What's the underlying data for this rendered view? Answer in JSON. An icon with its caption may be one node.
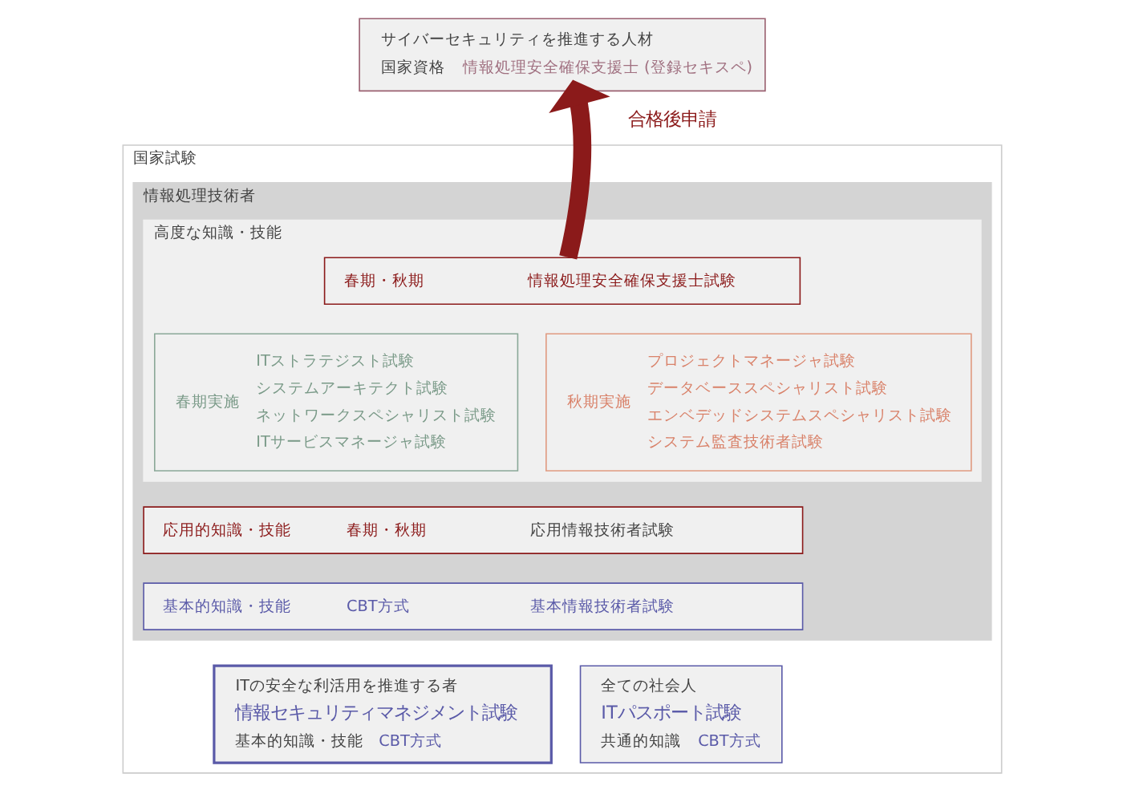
{
  "diagram": {
    "nodes": [
      {
        "text": [
          "サイバーセキュリティを推進する人材",
          "国家資格",
          "情報処理安全確保支援士 (登録セキスペ)"
        ]
      },
      {
        "text": [
          "国家試験"
        ]
      },
      {
        "text": [
          "情報処理技術者"
        ],
        "in": 1
      },
      {
        "text": [
          "高度な知識・技能"
        ],
        "in": 2
      },
      {
        "text": [
          "春期・秋期",
          "情報処理安全確保支援士試験"
        ],
        "in": 3
      },
      {
        "text": [
          "春期実施",
          "ITストラテジスト試験",
          "システムアーキテクト試験",
          "ネットワークスペシャリスト試験",
          "ITサービスマネージャ試験"
        ],
        "in": 3
      },
      {
        "text": [
          "秋期実施",
          "プロジェクトマネージャ試験",
          "データベーススペシャリスト試験",
          "エンベデッドシステムスペシャリスト試験",
          "システム監査技術者試験"
        ],
        "in": 3
      },
      {
        "text": [
          "応用的知識・技能",
          "春期・秋期",
          "応用情報技術者試験"
        ],
        "in": 2
      },
      {
        "text": [
          "基本的知識・技能",
          "CBT方式",
          "基本情報技術者試験"
        ],
        "in": 2
      },
      {
        "text": [
          "ITの安全な利活用を推進する者",
          "情報セキュリティマネジメント試験",
          "基本的知識・技能",
          "CBT方式"
        ],
        "in": 1
      },
      {
        "text": [
          "全ての社会人",
          "ITパスポート試験",
          "共通的知識",
          "CBT方式"
        ],
        "in": 1
      }
    ],
    "edges": [
      {
        "from": 4,
        "to": 0,
        "arrow": "to",
        "label": "合格後申請",
        "color": "#8b1a1a"
      }
    ]
  }
}
